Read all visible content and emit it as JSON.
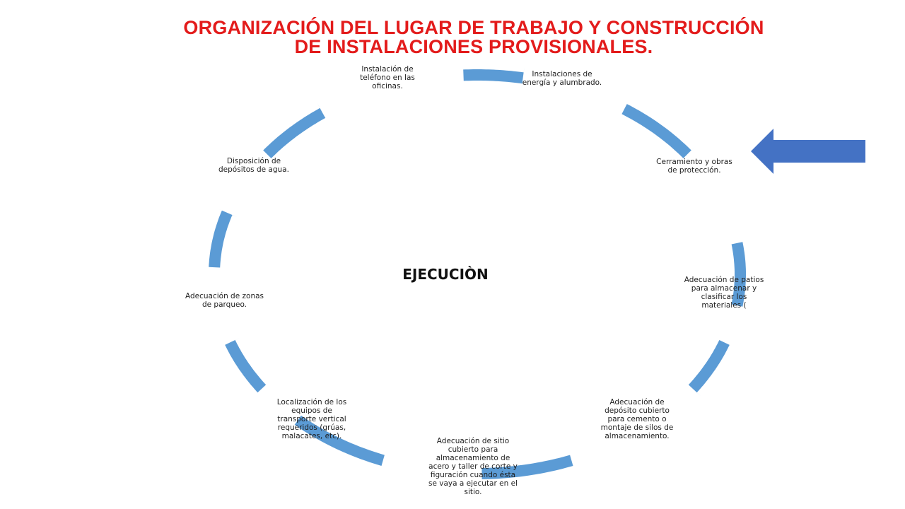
{
  "title": {
    "line1": "ORGANIZACIÓN DEL LUGAR DE TRABAJO Y CONSTRUCCIÓN",
    "line2": "DE INSTALACIONES PROVISIONALES."
  },
  "center_label": "EJECUCIÒN",
  "steps": [
    "Instalación de teléfono en las oficinas.",
    "Instalaciones de energía y alumbrado.",
    "Cerramiento y obras de protección.",
    "Adecuación de patios para almacenar y clasificar los materiales (",
    "Adecuación de depósito cubierto para cemento o montaje de silos de almacenamiento.",
    "Adecuación de sitio cubierto para almacenamiento de acero y taller de corte y figuración cuando ésta se vaya a ejecutar en el sitio.",
    "Localización de los equipos de transporte vertical requeridos (grúas, malacates, etc).",
    "Adecuación de zonas de parqueo.",
    "Disposición de depósitos de agua."
  ],
  "colors": {
    "title": "#e31b1b",
    "cycle_arrow": "#5b9bd5",
    "pointer_arrow": "#4472c4"
  },
  "icons": {
    "pointer": "left-arrow-icon"
  }
}
